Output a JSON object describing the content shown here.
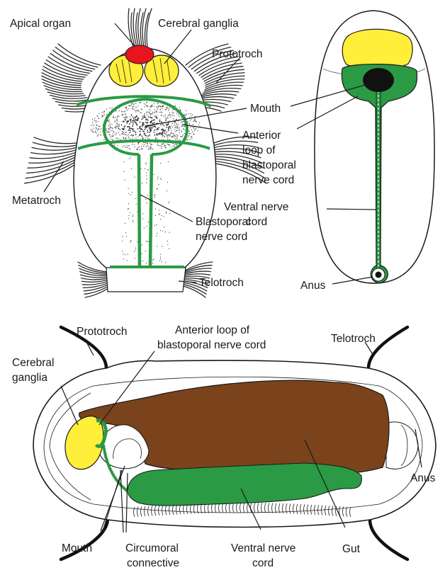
{
  "colors": {
    "cerebral_ganglia": "#ffef3a",
    "apical_organ": "#e8141e",
    "nerve_cord": "#2a9a45",
    "gut": "#7a431c",
    "mouth": "#111111",
    "outline": "#1a1a1a"
  },
  "panel_a": {
    "labels": {
      "apical_organ": "Apical organ",
      "cerebral_ganglia": "Cerebral ganglia",
      "prototroch": "Prototroch",
      "mouth": "Mouth",
      "anterior_loop": [
        "Anterior",
        "loop of",
        "blastoporal",
        "nerve cord"
      ],
      "metatroch": "Metatroch",
      "blastoporal_cord": [
        "Blastoporal",
        "nerve cord"
      ],
      "telotroch": "Telotroch"
    }
  },
  "panel_b": {
    "labels": {
      "ventral_cord": [
        "Ventral nerve",
        "cord"
      ],
      "anus": "Anus"
    }
  },
  "panel_c": {
    "labels": {
      "prototroch": "Prototroch",
      "anterior_loop": [
        "Anterior loop of",
        "blastoporal nerve cord"
      ],
      "telotroch": "Telotroch",
      "cerebral_ganglia": [
        "Cerebral",
        "ganglia"
      ],
      "anus": "Anus",
      "mouth": "Mouth",
      "circumoral": [
        "Circumoral",
        "connective"
      ],
      "ventral_cord": [
        "Ventral nerve",
        "cord"
      ],
      "gut": "Gut"
    }
  }
}
